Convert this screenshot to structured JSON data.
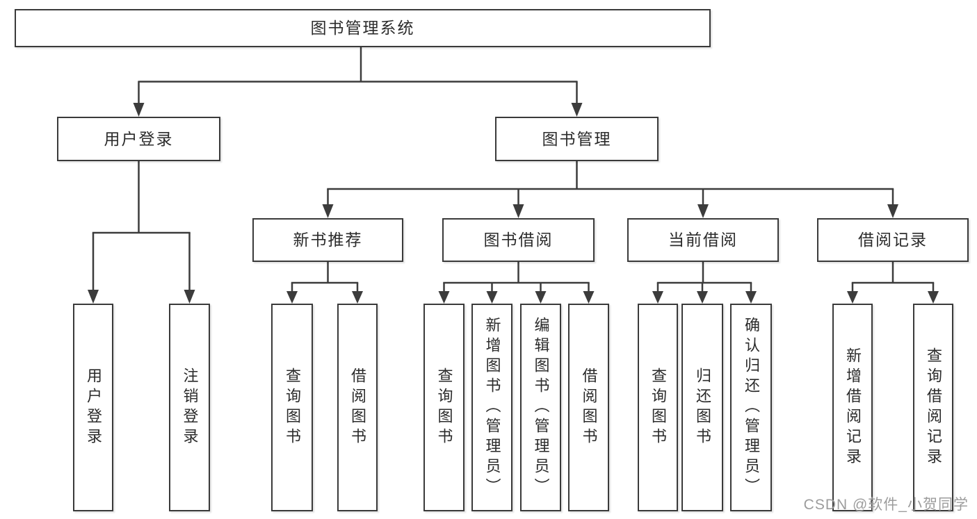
{
  "colors": {
    "background": "#ffffff",
    "line": "#3c3c3c",
    "box_border": "#3a3a3a",
    "box_bg": "#ffffff",
    "text": "#2b2b2b",
    "watermark": "#9c9c9c"
  },
  "watermark": {
    "text": "CSDN @软件_小贺同学"
  },
  "tree": {
    "root": {
      "label": "图书管理系统"
    },
    "level2": {
      "user_login": {
        "label": "用户登录"
      },
      "book_mgmt": {
        "label": "图书管理"
      }
    },
    "level3": {
      "new_book_recommend": {
        "label": "新书推荐"
      },
      "book_borrow": {
        "label": "图书借阅"
      },
      "current_borrow": {
        "label": "当前借阅"
      },
      "borrow_records": {
        "label": "借阅记录"
      }
    },
    "leaves": {
      "user_login": [
        "用户登录",
        "注销登录"
      ],
      "new_book_recommend": [
        "查询图书",
        "借阅图书"
      ],
      "book_borrow": [
        "查询图书",
        "新增图书（管理员）",
        "编辑图书（管理员）",
        "借阅图书"
      ],
      "current_borrow": [
        "查询图书",
        "归还图书",
        "确认归还（管理员）"
      ],
      "borrow_records": [
        "新增借阅记录",
        "查询借阅记录"
      ]
    }
  }
}
